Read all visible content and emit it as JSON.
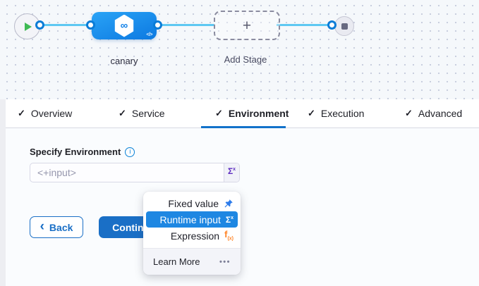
{
  "pipeline": {
    "stage_label": "canary",
    "add_stage_label": "Add Stage"
  },
  "tabs": {
    "items": [
      {
        "label": "Overview"
      },
      {
        "label": "Service"
      },
      {
        "label": "Environment"
      },
      {
        "label": "Execution"
      },
      {
        "label": "Advanced"
      }
    ],
    "active": "Environment"
  },
  "form": {
    "label": "Specify Environment",
    "input_placeholder": "<+input>"
  },
  "actions": {
    "back_label": "Back",
    "continue_label": "Continue"
  },
  "menu": {
    "items": [
      {
        "label": "Fixed value",
        "icon": "pin-icon"
      },
      {
        "label": "Runtime input",
        "icon": "runtime-input-icon",
        "selected": true
      },
      {
        "label": "Expression",
        "icon": "expression-icon"
      }
    ],
    "footer_label": "Learn More"
  },
  "icons": {
    "check": "✓",
    "plus": "+",
    "infinity": "∞",
    "code": "</>",
    "sigma": "Σ",
    "sigma_sup": "x",
    "expression_f": "f",
    "expression_sub": "(x)",
    "info": "i",
    "back_chevron": "‹",
    "dots": "•••"
  },
  "colors": {
    "primary_blue": "#1a6fc6",
    "selected_row_blue": "#1e87e2",
    "tab_underline_blue": "#1272ca",
    "connector_blue": "#5ec8f2",
    "node_gradient_top": "#2aa3f6",
    "node_gradient_bottom": "#0c79e1",
    "sigma_purple": "#5d2cc0",
    "expression_orange": "#ff8324",
    "play_green": "#3fba54"
  }
}
